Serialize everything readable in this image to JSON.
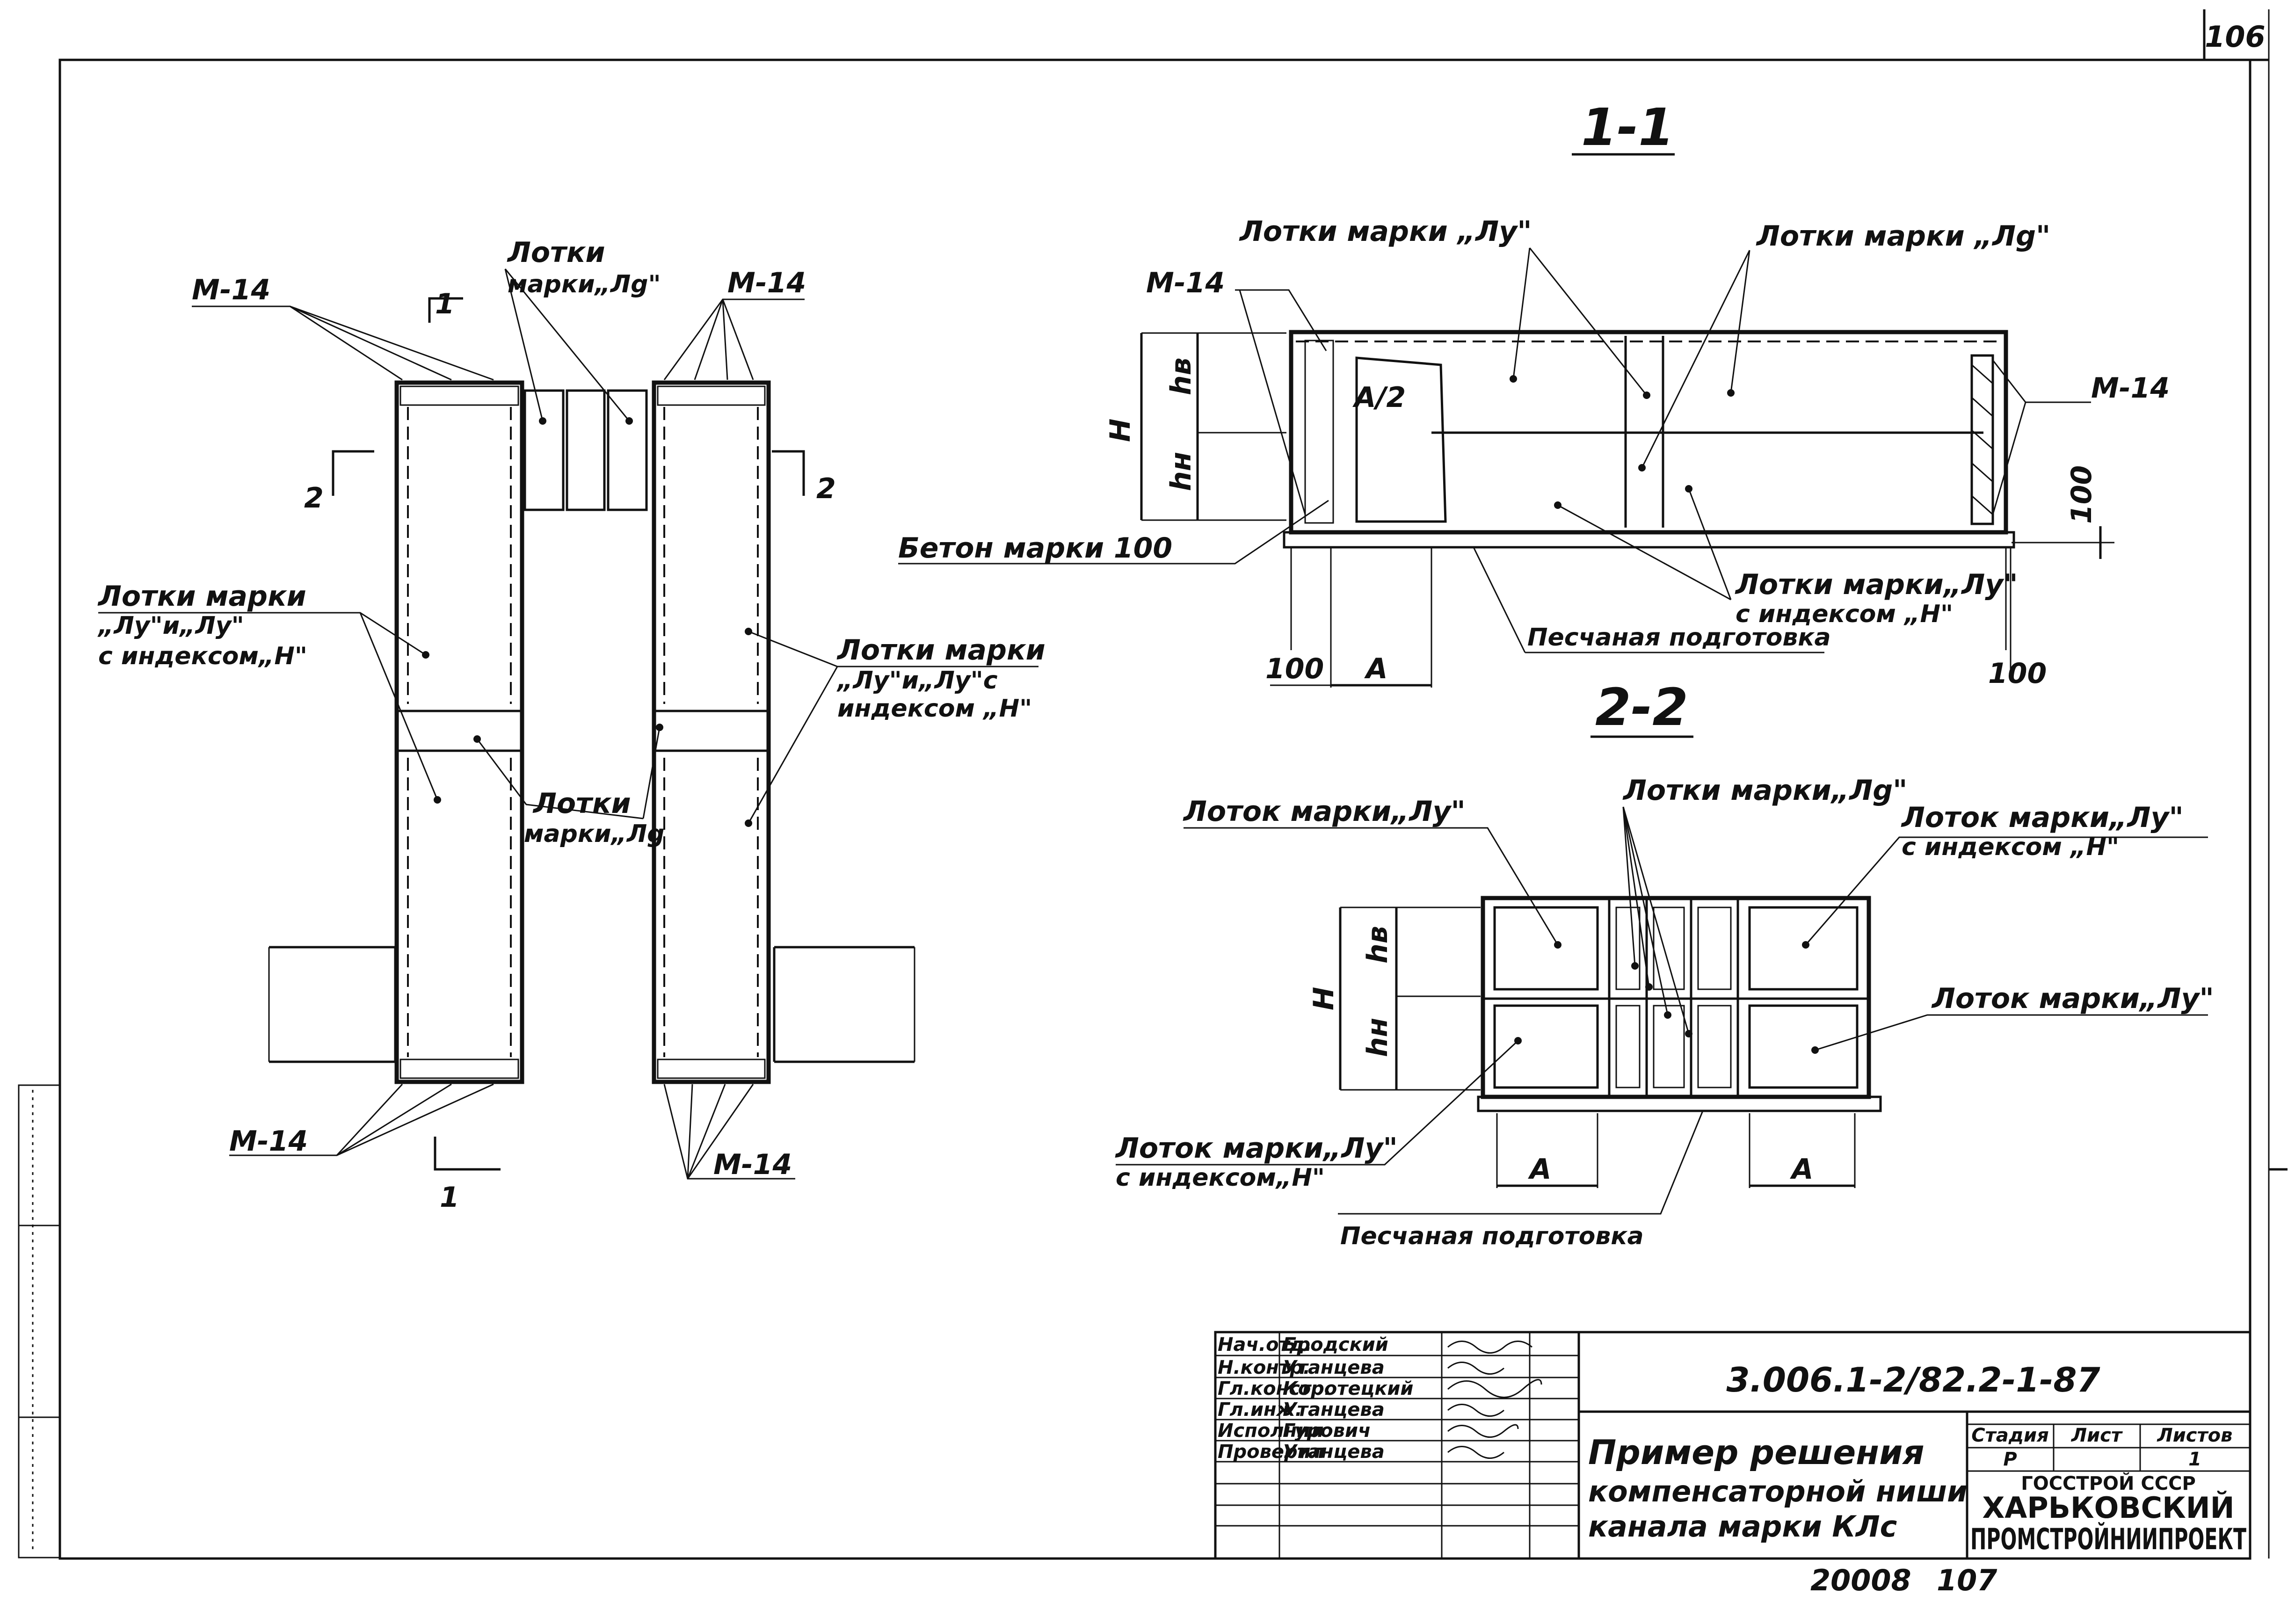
{
  "sheet_number": "106",
  "sections": {
    "section_1_1": "1-1",
    "section_2_2": "2-2",
    "cut_marker_1": "1",
    "cut_marker_2": "2"
  },
  "plan": {
    "m14_top_left": "М-14",
    "m14_top_right": "М-14",
    "m14_bottom_left": "М-14",
    "m14_bottom_right": "М-14",
    "trays_ld_top_line1": "Лотки",
    "trays_ld_top_line2": "марки„Лg\"",
    "trays_left_line1": "Лотки марки",
    "trays_left_line2": "„Лу\"и„Лу\"",
    "trays_left_line3": "с индексом„Н\"",
    "trays_right_line1": "Лотки марки",
    "trays_right_line2": "„Лу\"и„Лу\"с",
    "trays_right_line3": "индексом „Н\"",
    "trays_mid_line1": "Лотки",
    "trays_mid_line2": "марки„Лg"
  },
  "section_1": {
    "trays_lu": "Лотки марки „Лу\"",
    "trays_ld": "Лотки марки „Лg\"",
    "m14_left": "М-14",
    "m14_right": "М-14",
    "concrete": "Бетон марки 100",
    "sand": "Песчаная подготовка",
    "trays_lu_h_line1": "Лотки марки„Лу\"",
    "trays_lu_h_line2": "с индексом „Н\"",
    "dim_H": "Н",
    "dim_hv": "hв",
    "dim_hn": "hн",
    "dim_A": "А",
    "dim_A2": "А/2",
    "dim_100_left": "100",
    "dim_100_right": "100",
    "dim_100_vert": "100"
  },
  "section_2": {
    "tray_lu_left": "Лоток марки„Лу\"",
    "trays_ld": "Лотки марки„Лg\"",
    "tray_lu_h_top_line1": "Лоток марки„Лу\"",
    "tray_lu_h_top_line2": "с индексом „Н\"",
    "tray_lu_right": "Лоток марки„Лу\"",
    "tray_lu_h_bottom_line1": "Лоток марки„Лу\"",
    "tray_lu_h_bottom_line2": "с индексом„Н\"",
    "sand": "Песчаная подготовка",
    "dim_H": "Н",
    "dim_hv": "hв",
    "dim_hn": "hн",
    "dim_A_left": "А",
    "dim_A_right": "А"
  },
  "title_block": {
    "roles": [
      "Нач.отд.",
      "Н.контр.",
      "Гл.констр.",
      "Гл.инж.",
      "Исполнил",
      "Проверил"
    ],
    "names": [
      "Бродский",
      "Утанцева",
      "Коротецкий",
      "Утанцева",
      "Гурович",
      "Утанцева"
    ],
    "doc_code": "3.006.1-2/82.2-1-87",
    "title_line1": "Пример решения",
    "title_line2": "компенсаторной ниши",
    "title_line3": "канала марки КЛс",
    "col_stage": "Стадия",
    "col_sheet": "Лист",
    "col_sheets": "Листов",
    "stage": "Р",
    "sheets_total": "1",
    "org_line1": "ГОССТРОЙ СССР",
    "org_line2": "ХАРЬКОВСКИЙ",
    "org_line3": "ПРОМСТРОЙНИИПРОЕКТ"
  },
  "footer": {
    "archive_number": "20008",
    "page": "107"
  }
}
